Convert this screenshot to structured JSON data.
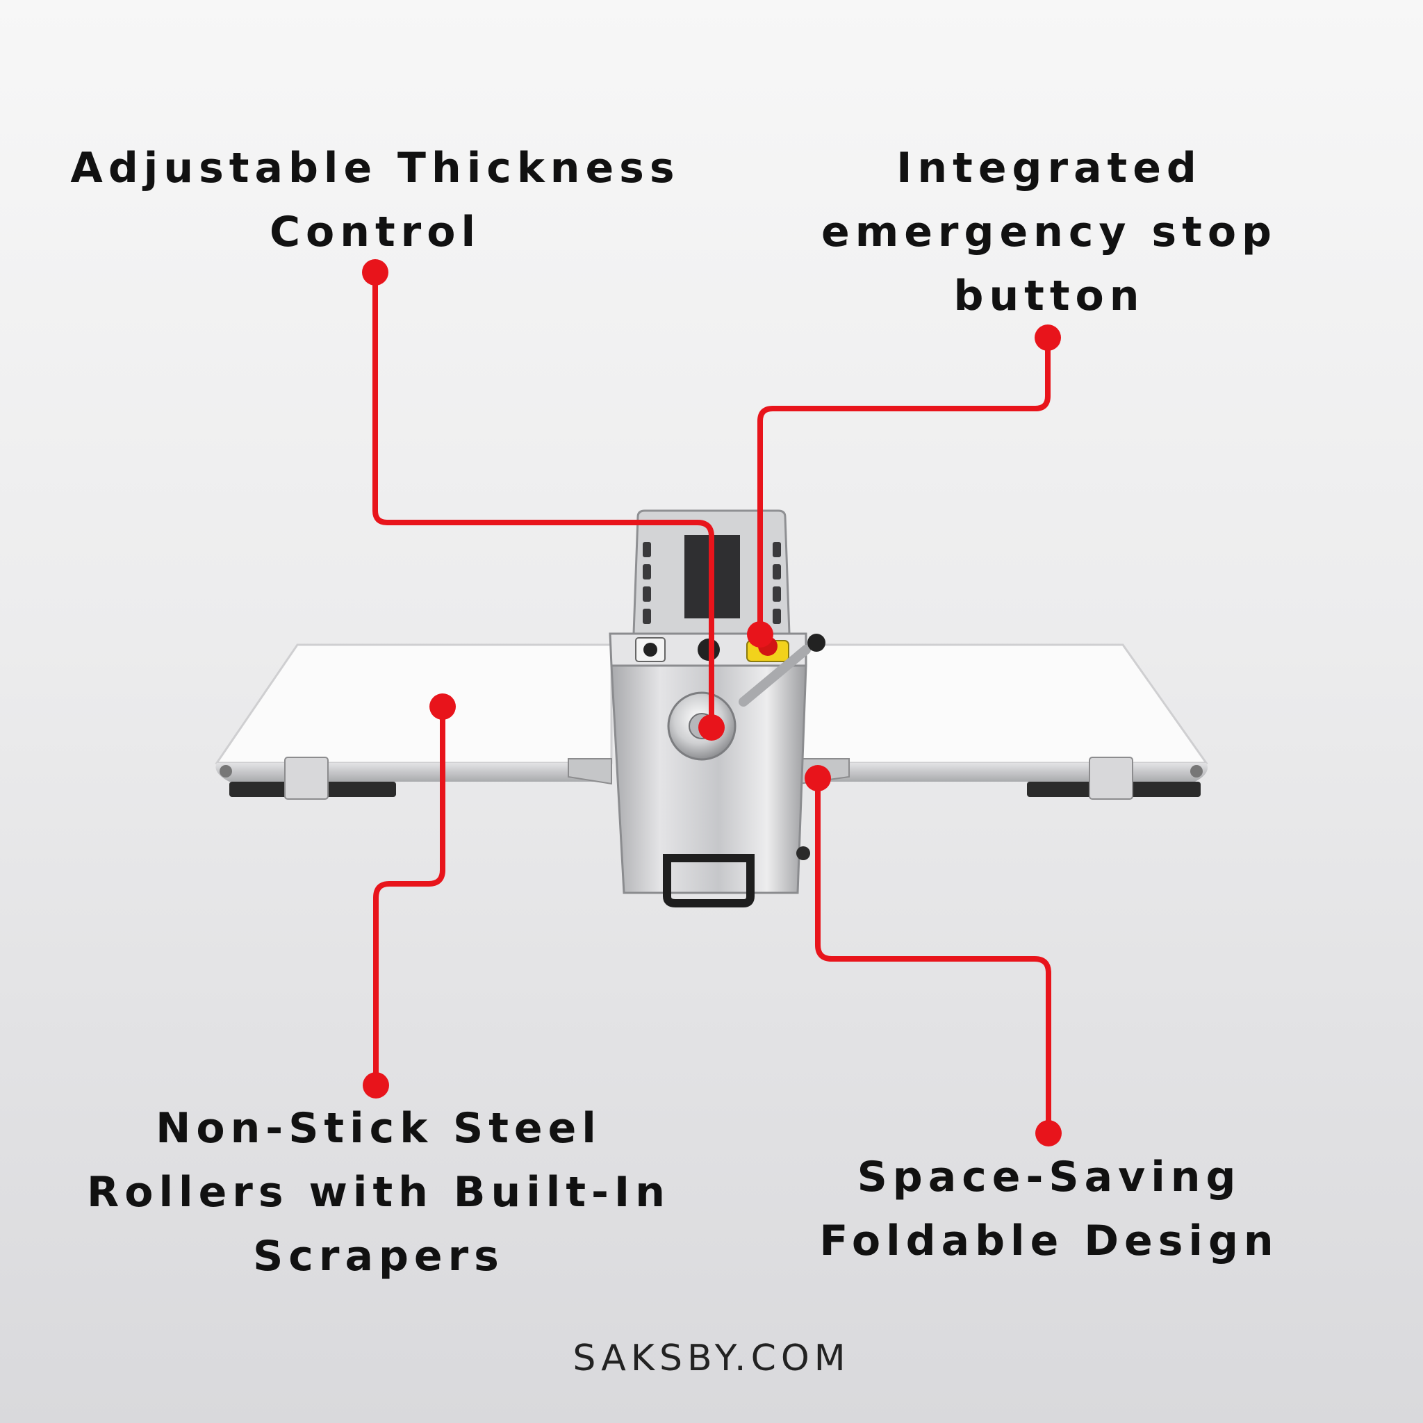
{
  "callouts": {
    "thickness": {
      "lines": [
        "Adjustable Thickness",
        "Control"
      ]
    },
    "estop": {
      "lines": [
        "Integrated",
        "emergency stop",
        "button"
      ]
    },
    "rollers": {
      "lines": [
        "Non-Stick Steel",
        "Rollers with Built-In",
        "Scrapers"
      ]
    },
    "foldable": {
      "lines": [
        "Space-Saving",
        "Foldable Design"
      ]
    }
  },
  "footer": {
    "site": "SAKSBY.COM"
  },
  "colors": {
    "accent": "#e8141b",
    "text": "#111111",
    "steel": "#c8c8ca",
    "belt": "#fbfbfb"
  },
  "product": {
    "image": "dough-sheeter-machine"
  }
}
